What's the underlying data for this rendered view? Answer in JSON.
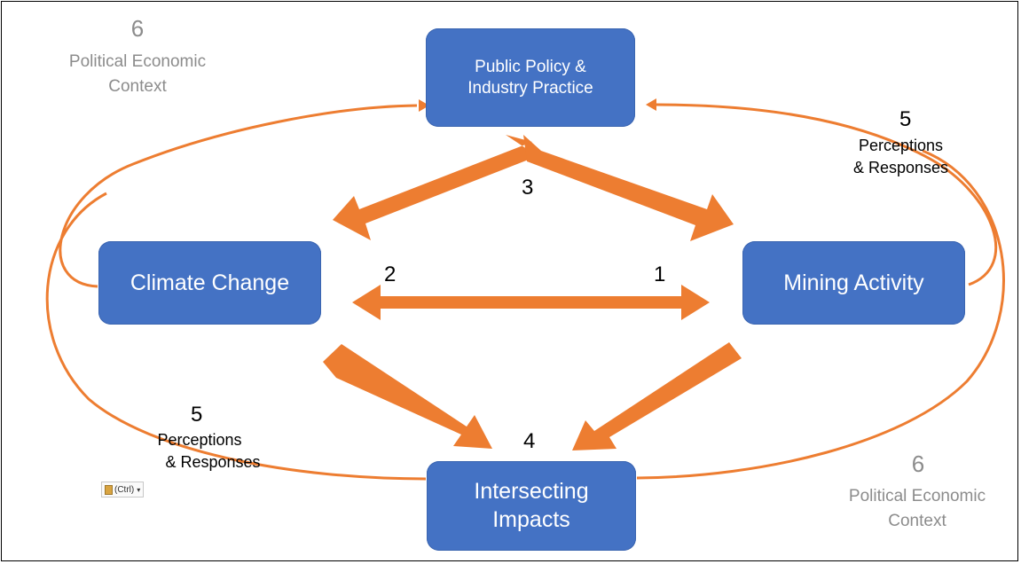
{
  "diagram": {
    "nodes": {
      "policy": {
        "line1": "Public Policy &",
        "line2": "Industry Practice"
      },
      "climate": {
        "label": "Climate Change"
      },
      "mining": {
        "label": "Mining Activity"
      },
      "impacts": {
        "line1": "Intersecting",
        "line2": "Impacts"
      }
    },
    "numbers": {
      "n1": "1",
      "n2": "2",
      "n3": "3",
      "n4": "4",
      "n5_right": "5",
      "n5_left": "5"
    },
    "context_top_left": {
      "num": "6",
      "line1": "Political Economic",
      "line2": "Context"
    },
    "context_bottom_right": {
      "num": "6",
      "line1": "Political Economic",
      "line2": "Context"
    },
    "perceptions_right": {
      "line1": "Perceptions",
      "line2": "& Responses"
    },
    "perceptions_left": {
      "line1": "Perceptions",
      "line2": "& Responses"
    },
    "colors": {
      "box": "#4472c4",
      "arrow": "#ed7d31",
      "context_text": "#8c8c8c"
    },
    "paste_widget": {
      "label": "(Ctrl)",
      "icon": "clipboard-icon"
    }
  }
}
